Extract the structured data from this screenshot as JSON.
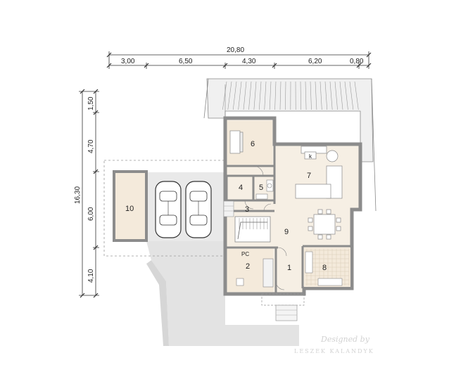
{
  "dimensions": {
    "total_width": "20,80",
    "segments_top": [
      "3,00",
      "6,50",
      "4,30",
      "6,20",
      "0,80"
    ],
    "total_height": "16,30",
    "segments_left": [
      "1,50",
      "4,70",
      "6,00",
      "4,10"
    ]
  },
  "rooms": [
    {
      "number": "1"
    },
    {
      "number": "2"
    },
    {
      "number": "3"
    },
    {
      "number": "4"
    },
    {
      "number": "5"
    },
    {
      "number": "6"
    },
    {
      "number": "7"
    },
    {
      "number": "8"
    },
    {
      "number": "9"
    },
    {
      "number": "10"
    }
  ],
  "labels": {
    "pc": "PC",
    "k": "k"
  },
  "watermark": {
    "line1": "Designed by",
    "line2": "LESZEK KALANDYK"
  },
  "colors": {
    "wall": "#8c8c8c",
    "room_fill": "#f6efe4",
    "paving": "#e3e3e3",
    "roof_line": "#7a7a7a"
  }
}
